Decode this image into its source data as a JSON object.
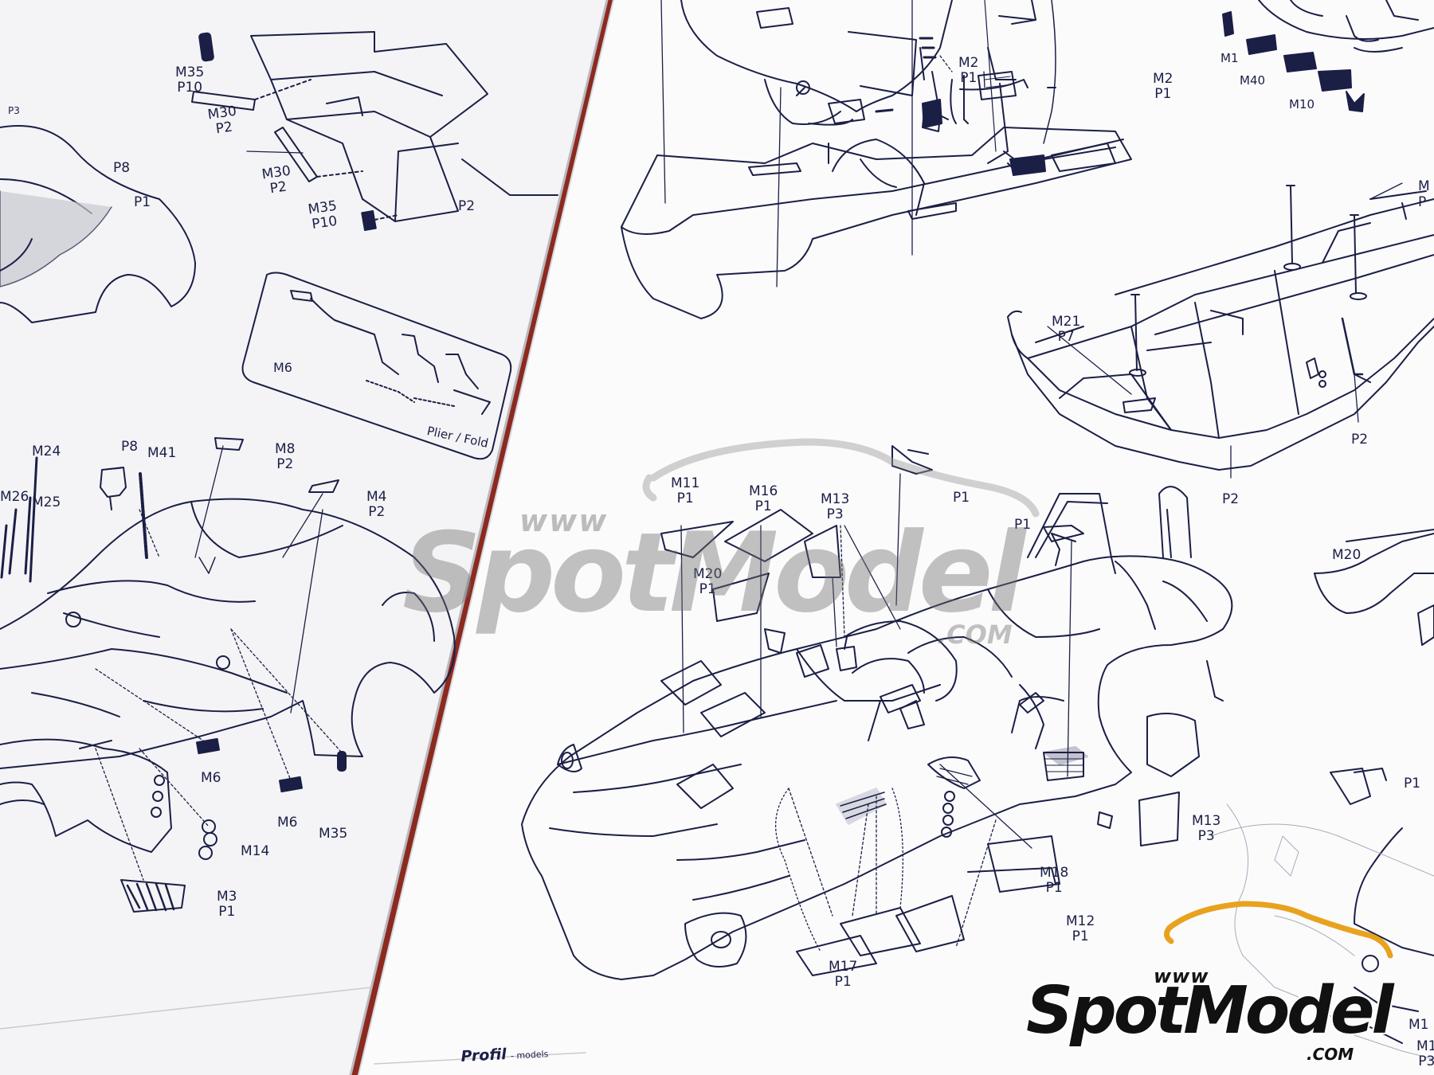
{
  "publisher_logo": {
    "name": "Profil",
    "suffix": "- models"
  },
  "fold_note": "Plier / Fold",
  "inset_label": "M6",
  "left_page_labels": [
    {
      "id": "lbl-m35-p10-top",
      "text": "M35\nP10"
    },
    {
      "id": "lbl-m30-p2-a",
      "text": "M30\nP2"
    },
    {
      "id": "lbl-m30-p2-b",
      "text": "M30\nP2"
    },
    {
      "id": "lbl-m35-p10-mid",
      "text": "M35\nP10"
    },
    {
      "id": "lbl-p2-wing",
      "text": "P2"
    },
    {
      "id": "lbl-p3-left",
      "text": "P3"
    },
    {
      "id": "lbl-p8-left",
      "text": "P8"
    },
    {
      "id": "lbl-p1-left",
      "text": "P1"
    },
    {
      "id": "lbl-m24",
      "text": "M24"
    },
    {
      "id": "lbl-p8",
      "text": "P8"
    },
    {
      "id": "lbl-m41",
      "text": "M41"
    },
    {
      "id": "lbl-m26",
      "text": "M26"
    },
    {
      "id": "lbl-m25",
      "text": "M25"
    },
    {
      "id": "lbl-m8-p2",
      "text": "M8\nP2"
    },
    {
      "id": "lbl-m4-p2",
      "text": "M4\nP2"
    },
    {
      "id": "lbl-m6-a",
      "text": "M6"
    },
    {
      "id": "lbl-m6-b",
      "text": "M6"
    },
    {
      "id": "lbl-m35-low",
      "text": "M35"
    },
    {
      "id": "lbl-m14",
      "text": "M14"
    },
    {
      "id": "lbl-m3-p1",
      "text": "M3\nP1"
    }
  ],
  "right_page_labels": [
    {
      "id": "lbl-m2-p1-a",
      "text": "M2\nP1"
    },
    {
      "id": "lbl-m2-p1-b",
      "text": "M2\nP1"
    },
    {
      "id": "lbl-m1",
      "text": "M1"
    },
    {
      "id": "lbl-m40",
      "text": "M40"
    },
    {
      "id": "lbl-m10",
      "text": "M10"
    },
    {
      "id": "lbl-m-edge",
      "text": "M"
    },
    {
      "id": "lbl-p-edge",
      "text": "P"
    },
    {
      "id": "lbl-m21-p7",
      "text": "M21\nP7"
    },
    {
      "id": "lbl-p2-right-a",
      "text": "P2"
    },
    {
      "id": "lbl-p2-right-b",
      "text": "P2"
    },
    {
      "id": "lbl-m11-p1",
      "text": "M11\nP1"
    },
    {
      "id": "lbl-m16-p1",
      "text": "M16\nP1"
    },
    {
      "id": "lbl-m13-p3-top",
      "text": "M13\nP3"
    },
    {
      "id": "lbl-p1-fin",
      "text": "P1"
    },
    {
      "id": "lbl-p1-mirror",
      "text": "P1"
    },
    {
      "id": "lbl-m20-p1",
      "text": "M20\nP1"
    },
    {
      "id": "lbl-m20-right",
      "text": "M20"
    },
    {
      "id": "lbl-p1-right",
      "text": "P1"
    },
    {
      "id": "lbl-m13-p3-low",
      "text": "M13\nP3"
    },
    {
      "id": "lbl-m18-p1",
      "text": "M18\nP1"
    },
    {
      "id": "lbl-m12-p1",
      "text": "M12\nP1"
    },
    {
      "id": "lbl-m17-p1",
      "text": "M17\nP1"
    },
    {
      "id": "lbl-m1-corner",
      "text": "M1"
    },
    {
      "id": "lbl-m1-p3-corner",
      "text": "M1\nP3"
    }
  ],
  "watermarks": [
    {
      "id": "center",
      "prefix": "www",
      "name": "SpotModel",
      "suffix": ".COM"
    },
    {
      "id": "corner",
      "prefix": "www",
      "name": "SpotModel",
      "suffix": ".COM"
    }
  ],
  "colors": {
    "ink": "#1b1f46",
    "page_left": "#f4f4f6",
    "page_right": "#fbfbfc",
    "binding": "#8c2a20",
    "watermark_gray": "#6e6e6e",
    "logo_accent": "#e8a21e"
  }
}
